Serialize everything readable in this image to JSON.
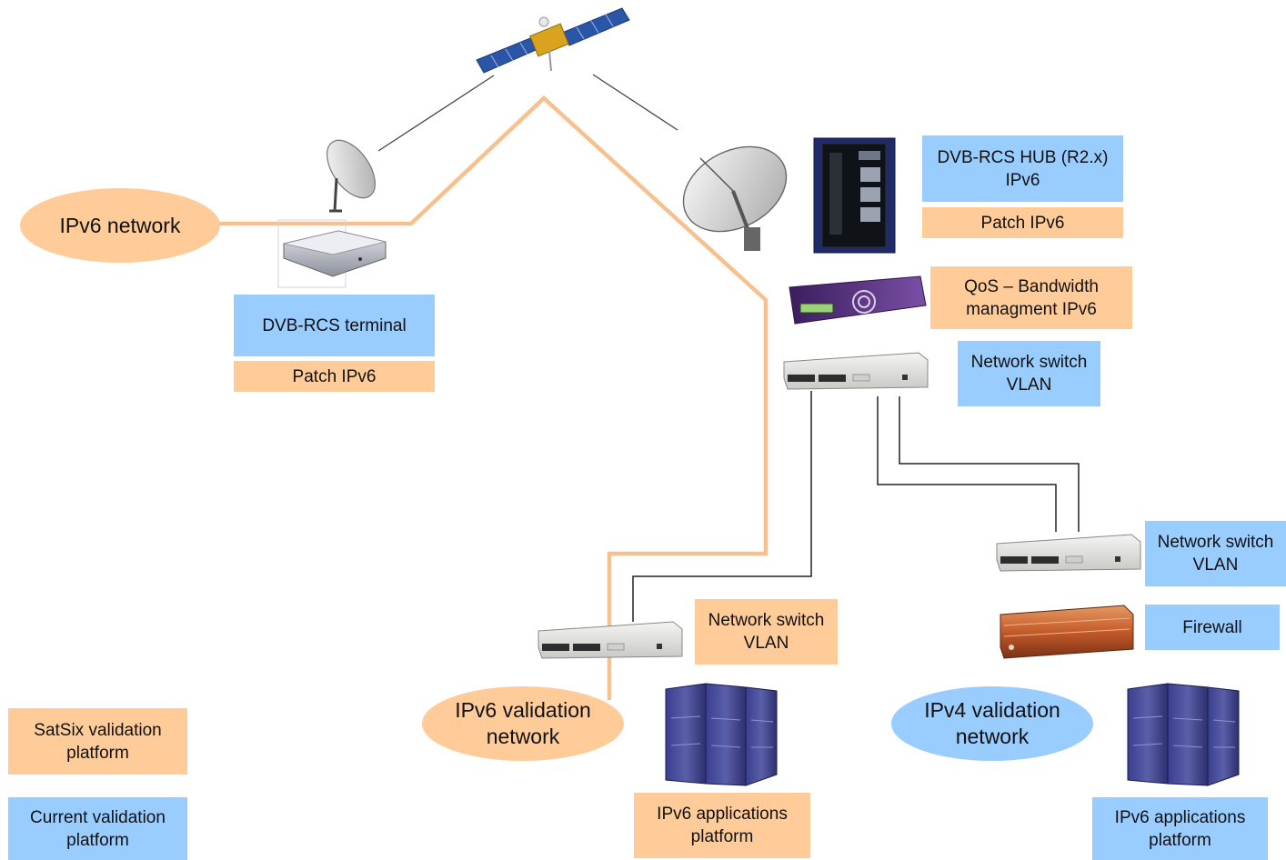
{
  "networks": {
    "ipv6_network": "IPv6 network",
    "ipv6_validation": "IPv6 validation\nnetwork",
    "ipv4_validation": "IPv4 validation\nnetwork"
  },
  "labels": {
    "dvb_rcs_hub": "DVB-RCS HUB (R2.x)\nIPv6",
    "hub_patch": "Patch IPv6",
    "qos": "QoS – Bandwidth\nmanagment IPv6",
    "switch_core": "Network switch\nVLAN",
    "dvb_rcs_terminal": "DVB-RCS terminal",
    "terminal_patch": "Patch IPv6",
    "switch_ipv4": "Network switch\nVLAN",
    "firewall": "Firewall",
    "switch_ipv6": "Network switch\nVLAN",
    "ipv6_apps_left": "IPv6 applications\nplatform",
    "ipv6_apps_right": "IPv6 applications\nplatform"
  },
  "legend": {
    "satsix": "SatSix validation\nplatform",
    "current": "Current validation\nplatform"
  },
  "colors": {
    "orange": "#ffcc99",
    "blue": "#99ccff",
    "satsix_link": "#f6c08f",
    "current_link": "#222222"
  },
  "icons": [
    "satellite-icon",
    "satellite-dish-icon",
    "hub-rack-icon",
    "qos-device-icon",
    "network-switch-icon",
    "firewall-icon",
    "server-icon",
    "modem-icon"
  ]
}
